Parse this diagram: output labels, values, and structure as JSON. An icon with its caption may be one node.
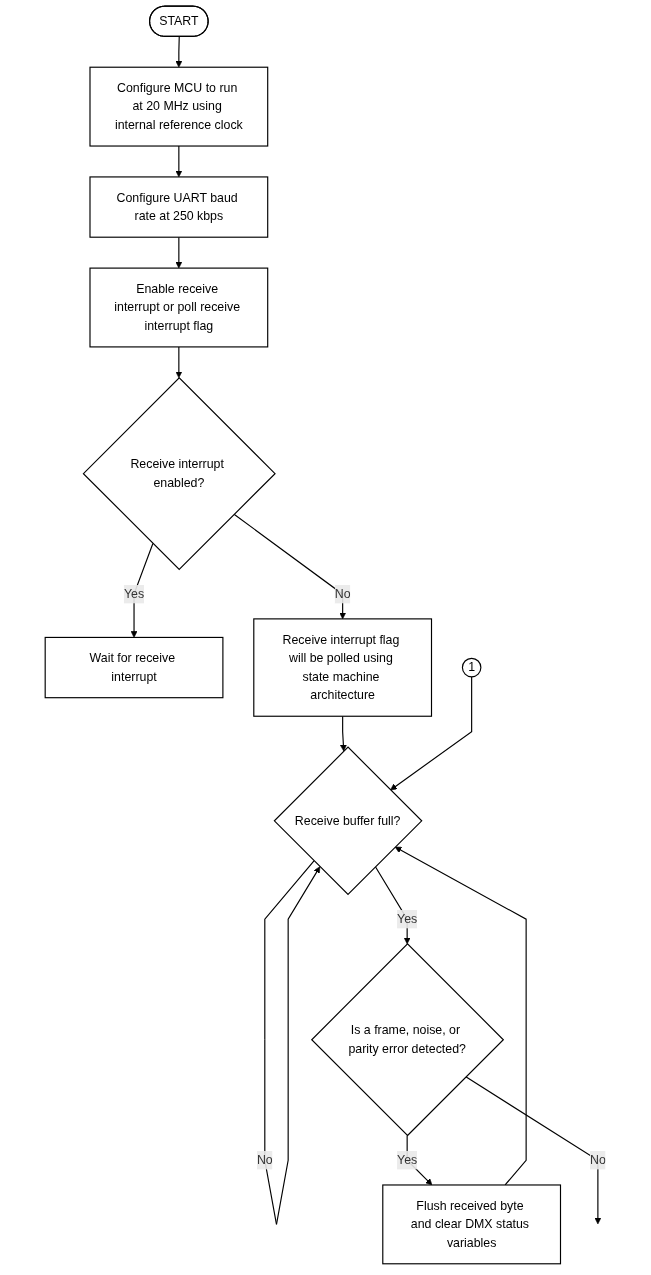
{
  "diagram": {
    "nodes": [
      {
        "text": [
          "START"
        ]
      },
      {
        "text": [
          "Configure MCU to run at 20 MHz using internal reference clock"
        ]
      },
      {
        "text": [
          "Configure UART baud rate at 250 kbps"
        ]
      },
      {
        "text": [
          "Enable receive interrupt or poll receive interrupt flag"
        ]
      },
      {
        "text": [
          "Receive interrupt enabled?"
        ]
      },
      {
        "text": [
          "Wait for receive interrupt"
        ]
      },
      {
        "text": [
          "Receive interrupt flag will be polled using state machine architecture"
        ]
      },
      {
        "text": [
          "Receive buffer full?"
        ]
      },
      {
        "text": [
          "1"
        ]
      },
      {
        "text": [
          "Is a frame, noise, or parity error detected?"
        ]
      },
      {
        "text": [
          "Flush received byte and clear DMX status variables"
        ]
      }
    ],
    "edges": [
      {
        "from": 0,
        "to": 1,
        "arrow": "to"
      },
      {
        "from": 1,
        "to": 2,
        "arrow": "to"
      },
      {
        "from": 2,
        "to": 3,
        "arrow": "to"
      },
      {
        "from": 3,
        "to": 4,
        "arrow": "to"
      },
      {
        "from": 4,
        "to": 5,
        "label": "Yes",
        "arrow": "to"
      },
      {
        "from": 4,
        "to": 6,
        "label": "No",
        "arrow": "to"
      },
      {
        "from": 6,
        "to": 7,
        "arrow": "to"
      },
      {
        "from": 8,
        "to": 7,
        "arrow": "to"
      },
      {
        "from": 7,
        "to": 7,
        "label": "No",
        "arrow": "to"
      },
      {
        "from": 7,
        "to": 9,
        "label": "Yes",
        "arrow": "to"
      },
      {
        "from": 9,
        "to": 10,
        "label": "Yes",
        "arrow": "to"
      },
      {
        "from": 10,
        "to": 7,
        "arrow": "to"
      },
      {
        "from": 9,
        "to": null,
        "label": "No",
        "arrow": "to"
      }
    ]
  }
}
